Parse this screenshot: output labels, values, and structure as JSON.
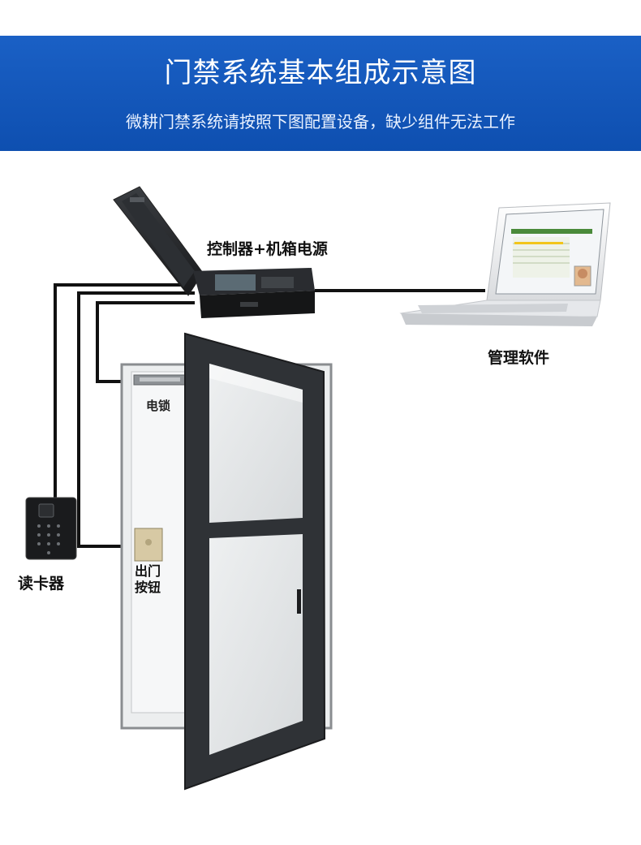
{
  "header": {
    "title": "门禁系统基本组成示意图",
    "subtitle": "微耕门禁系统请按照下图配置设备，缺少组件无法工作"
  },
  "labels": {
    "controller": "控制器+机箱电源",
    "software": "管理软件",
    "lock": "电锁",
    "reader": "读卡器",
    "exit_button": "出门按钮"
  },
  "colors": {
    "banner": "#1259bd",
    "wire": "#111111",
    "door_frame": "#3b3e42",
    "door_glass": "#e4e6e8"
  }
}
